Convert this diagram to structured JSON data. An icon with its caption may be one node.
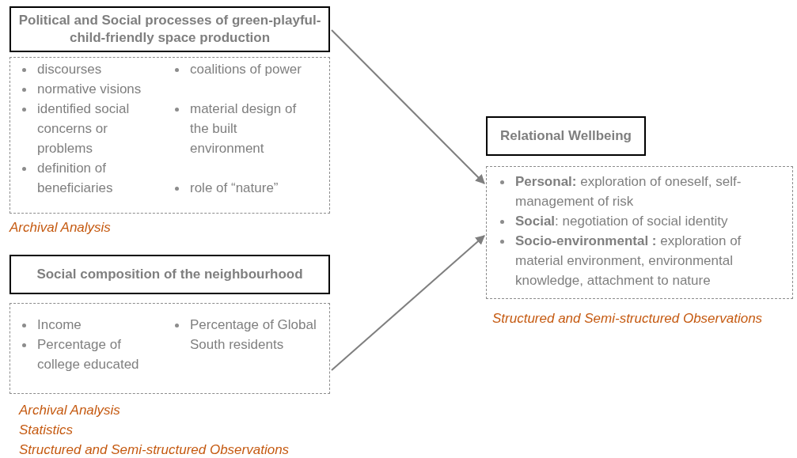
{
  "diagram": {
    "nodes": [
      {
        "text": [
          "Political and Social processes of green-playful-child-friendly space production"
        ]
      },
      {
        "text": [
          "discourses",
          "normative visions",
          "identified social concerns or problems",
          "definition of beneficiaries",
          "coalitions of power",
          "material design of the built environment",
          "role of “nature”"
        ],
        "beside": [
          "Archival Analysis"
        ]
      },
      {
        "text": [
          "Social composition of the neighbourhood"
        ]
      },
      {
        "text": [
          "Income",
          "Percentage of college educated",
          "Percentage of Global South residents"
        ],
        "beside": [
          "Archival Analysis",
          "Statistics",
          "Structured and Semi-structured Observations"
        ]
      },
      {
        "text": [
          "Relational Wellbeing"
        ]
      },
      {
        "text": [
          "**Personal:** exploration of oneself, self-management of risk",
          "**Social**: negotiation of social identity",
          "**Socio-environmental :** exploration of material environment, environmental knowledge, attachment to nature"
        ],
        "beside": [
          "Structured and Semi-structured Observations"
        ]
      }
    ],
    "edges": [
      {
        "from": 0,
        "to": 5,
        "arrow": "to"
      },
      {
        "from": 3,
        "to": 5,
        "arrow": "to"
      }
    ]
  }
}
